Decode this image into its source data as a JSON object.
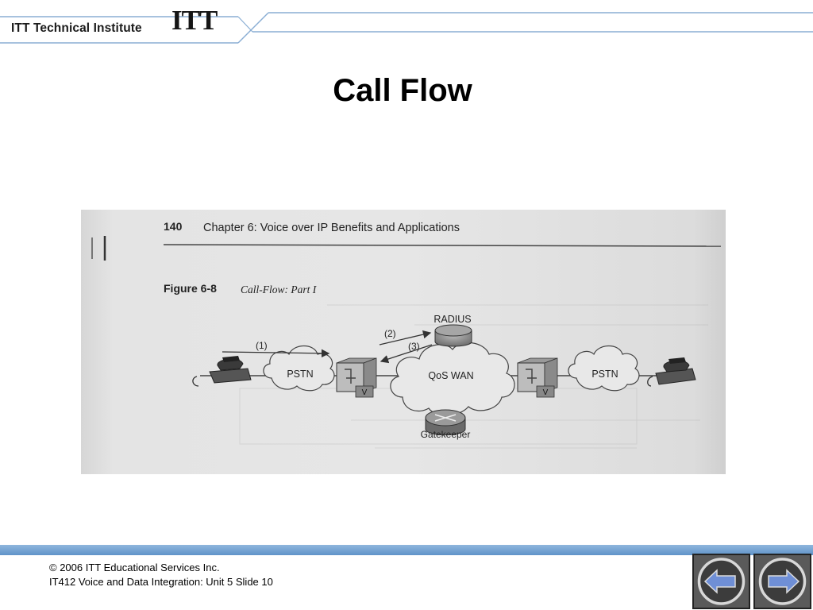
{
  "header": {
    "institute_text": "ITT Technical Institute",
    "logo_text": "ITT"
  },
  "slide": {
    "title": "Call Flow"
  },
  "figure": {
    "page_number": "140",
    "chapter_heading": "Chapter 6:  Voice over IP Benefits and Applications",
    "figure_label": "Figure 6-8",
    "figure_caption": "Call-Flow: Part I",
    "labels": {
      "radius": "RADIUS",
      "step1": "(1)",
      "step2": "(2)",
      "step3": "(3)",
      "pstn_left": "PSTN",
      "pstn_right": "PSTN",
      "qos_wan": "QoS WAN",
      "gatekeeper": "Gatekeeper",
      "gateway_left_v": "V",
      "gateway_right_v": "V"
    }
  },
  "footer": {
    "copyright": "© 2006 ITT Educational Services Inc.",
    "course": "IT412 Voice and Data Integration: Unit 5 Slide 10"
  },
  "colors": {
    "footer_bar": "#6f9fd0",
    "header_lines": "#8aaed4",
    "nav_arrow": "#6f8fd6"
  },
  "icons": {
    "prev": "arrow-left-icon",
    "next": "arrow-right-icon"
  }
}
